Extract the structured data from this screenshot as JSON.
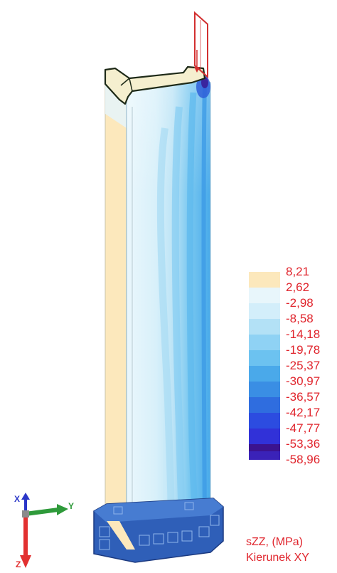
{
  "legend": {
    "values": [
      "8,21",
      "2,62",
      "-2,98",
      "-8,58",
      "-14,18",
      "-19,78",
      "-25,37",
      "-30,97",
      "-36,57",
      "-42,17",
      "-47,77",
      "-53,36",
      "-58,96"
    ],
    "swatch_colors": [
      "#fce8bc",
      "#e8f6fb",
      "#d3eefa",
      "#b3e1f6",
      "#8fd2f4",
      "#6cc2f0",
      "#4aa9ea",
      "#3a8ee4",
      "#2f6ddf",
      "#2c4ce0",
      "#3131d8",
      "#3a22b8",
      "#3b138f"
    ],
    "caption_line1": "sZZ, (MPa)",
    "caption_line2": "Kierunek XY",
    "label_color": "#e0242c"
  },
  "axes": {
    "x_label": "X",
    "y_label": "Y",
    "z_label": "Z",
    "x_color": "#2a36c8",
    "y_color": "#2e9a3a",
    "z_color": "#e23030"
  },
  "model": {
    "flange_color": "#fce8bc",
    "web_light_color": "#e6f5fb",
    "web_mid_color": "#bfe6f7",
    "web_blue_color": "#56b4ec",
    "base_color": "#2f5fb8",
    "load_outline_color": "#d23030",
    "top_outline_color": "#1e2a18"
  }
}
